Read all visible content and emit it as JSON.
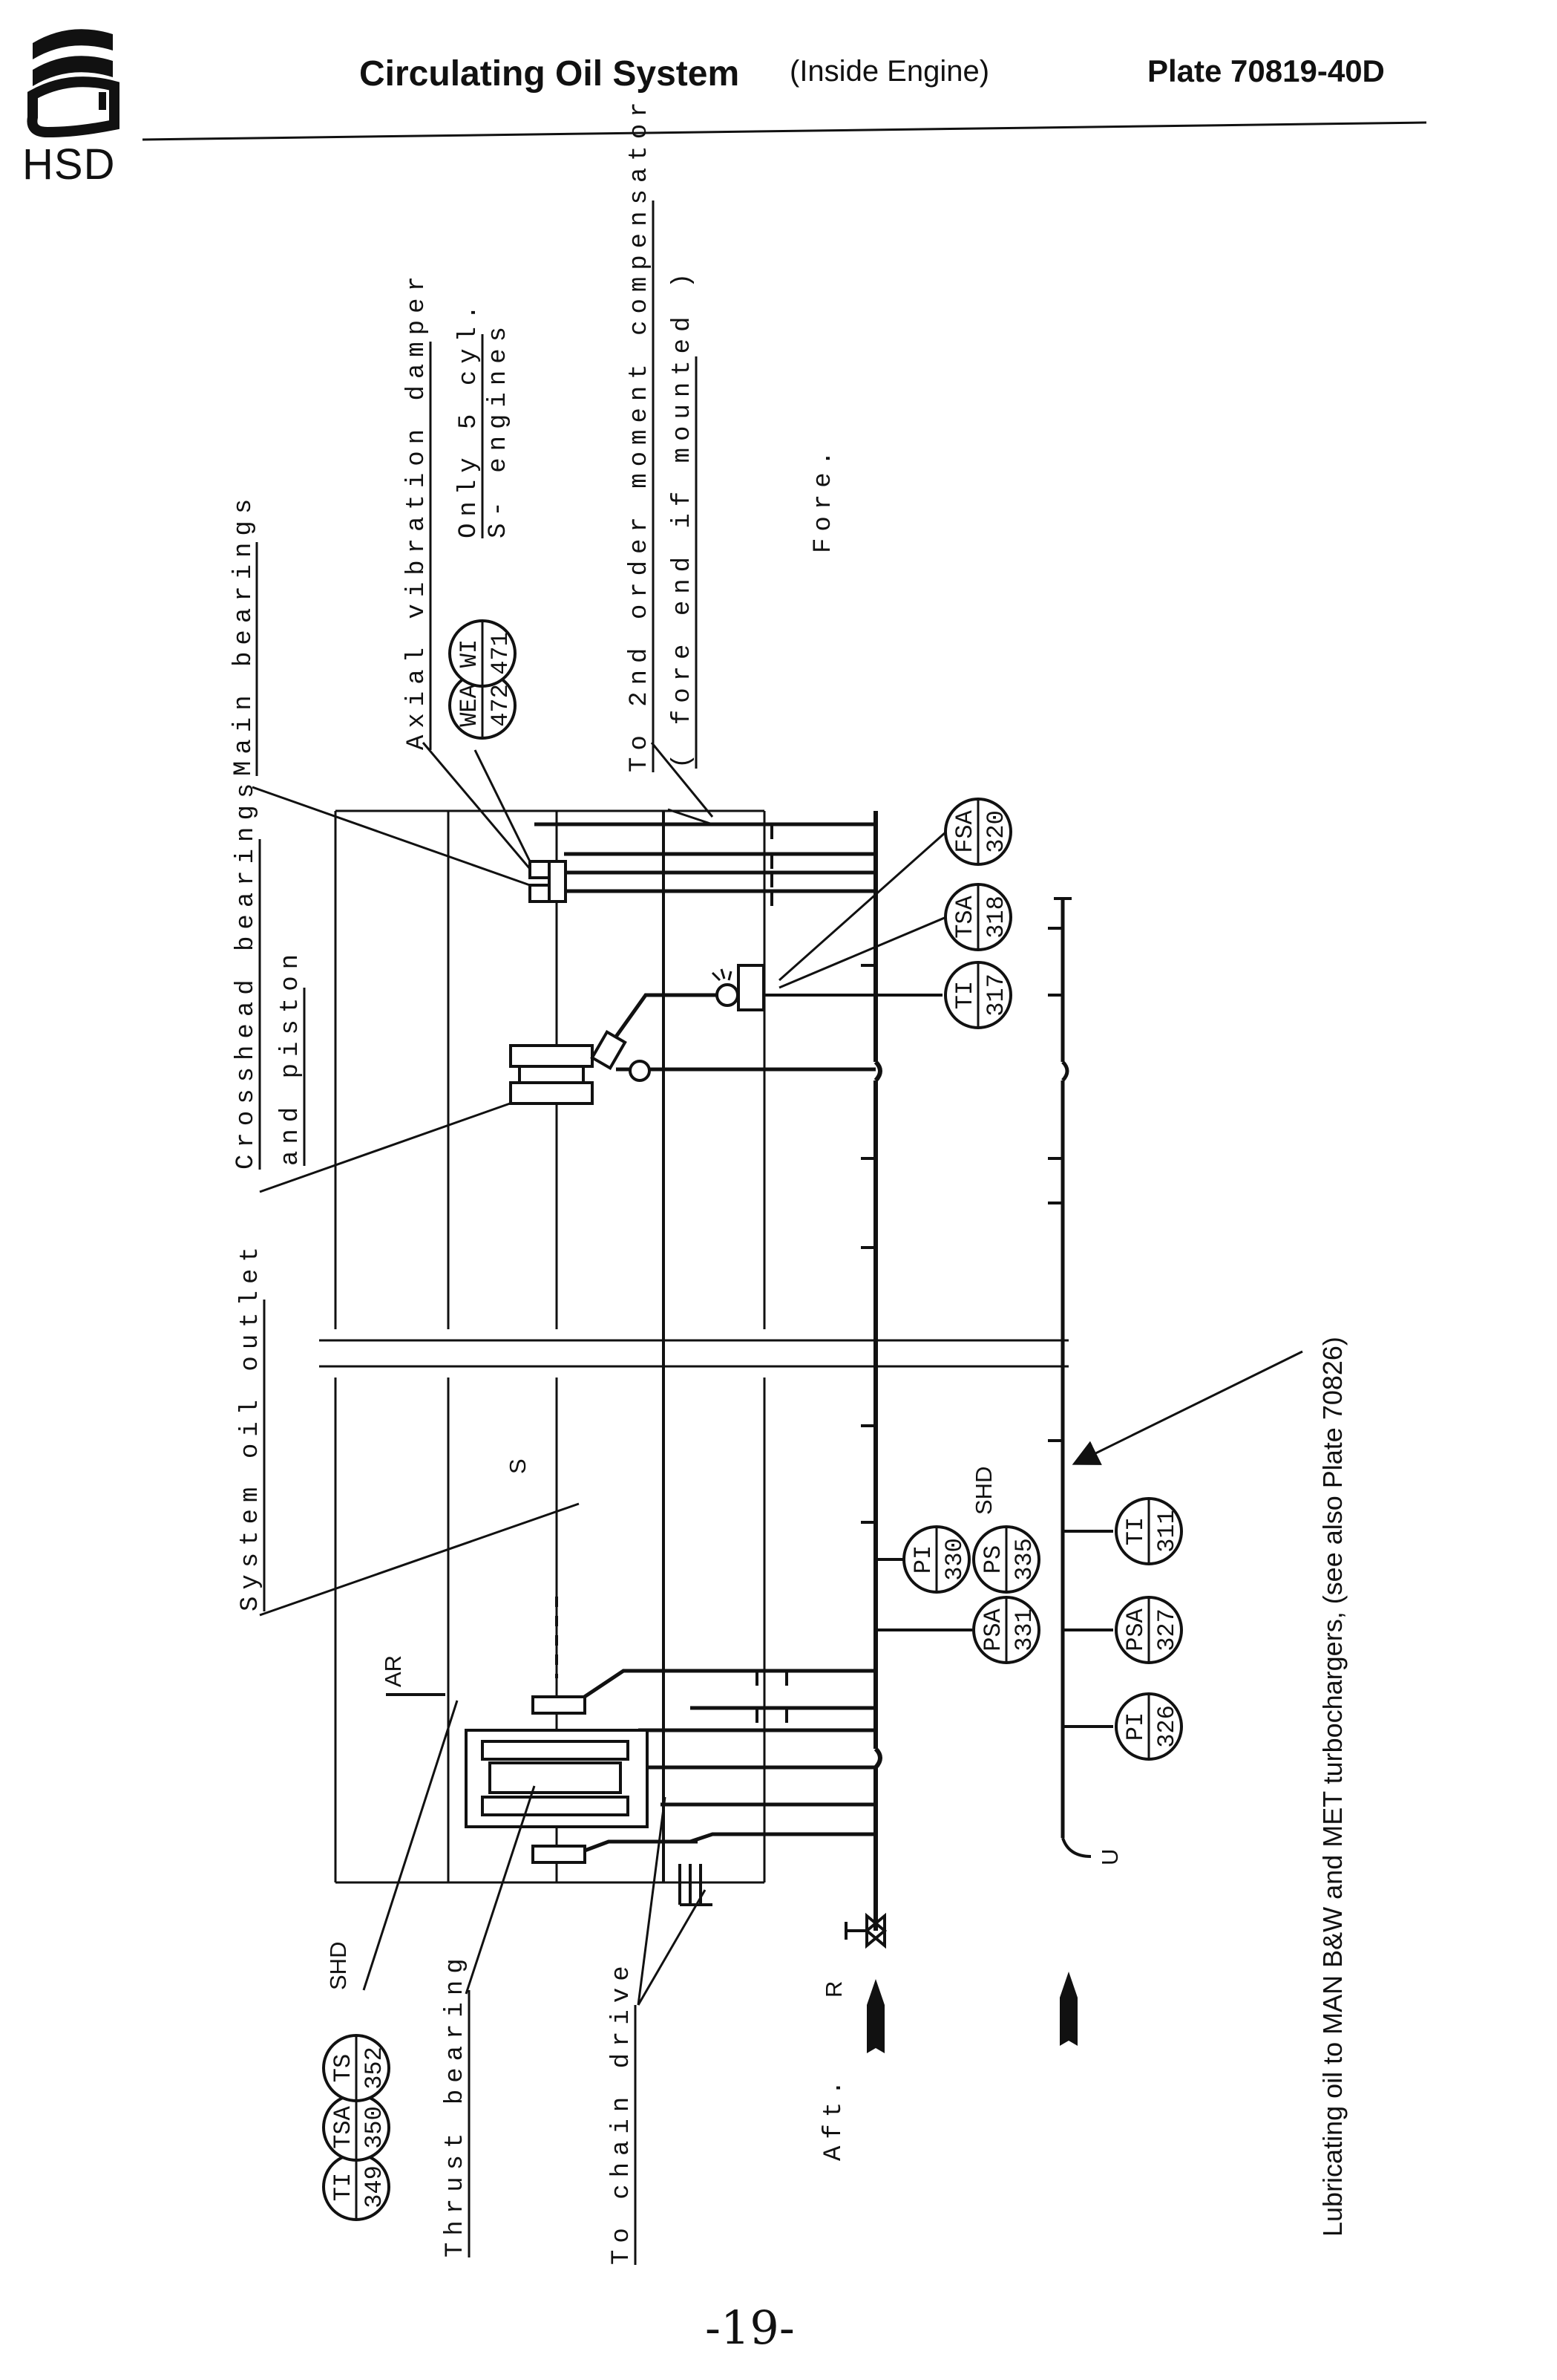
{
  "header": {
    "title": "Circulating Oil System",
    "subtitle": "(Inside Engine)",
    "plate": "Plate 70819-40D",
    "brand": "HSD"
  },
  "labels": {
    "main_bearings": "Main bearings",
    "axial_vibration_damper": "Axial vibration damper",
    "only_5_cyl": "Only 5 cyl.",
    "s_engines": "S- engines",
    "second_order_compensator": "To 2nd order moment compensator",
    "fore_end_if_mounted": "( fore end if mounted )",
    "fore": "Fore.",
    "crosshead_bearings": "Crosshead bearings",
    "and_piston": "and piston",
    "system_oil_outlet": "System oil outlet",
    "thrust_bearing": "Thrust bearing",
    "to_chain_drive": "To chain drive",
    "aft": "Aft.",
    "lubricating_turbochargers": "Lubricating oil to MAN B&W and MET turbochargers, (see also Plate 70826)",
    "ar": "AR",
    "s_mark": "S",
    "r_mark": "R",
    "u_mark": "U",
    "shd_upper": "SHD",
    "shd_lower": "SHD"
  },
  "instruments": [
    {
      "id": "wea-472",
      "code": "WEA",
      "number": "472"
    },
    {
      "id": "wi-471",
      "code": "WI",
      "number": "471"
    },
    {
      "id": "fsa-320",
      "code": "FSA",
      "number": "320"
    },
    {
      "id": "tsa-318",
      "code": "TSA",
      "number": "318"
    },
    {
      "id": "ti-317",
      "code": "TI",
      "number": "317"
    },
    {
      "id": "pi-330",
      "code": "PI",
      "number": "330"
    },
    {
      "id": "ps-335",
      "code": "PS",
      "number": "335"
    },
    {
      "id": "psa-331",
      "code": "PSA",
      "number": "331"
    },
    {
      "id": "ti-311",
      "code": "TI",
      "number": "311"
    },
    {
      "id": "psa-327",
      "code": "PSA",
      "number": "327"
    },
    {
      "id": "pi-326",
      "code": "PI",
      "number": "326"
    },
    {
      "id": "ti-349",
      "code": "TI",
      "number": "349"
    },
    {
      "id": "tsa-350",
      "code": "TSA",
      "number": "350"
    },
    {
      "id": "ts-352",
      "code": "TS",
      "number": "352"
    }
  ],
  "page_number": "-19-"
}
